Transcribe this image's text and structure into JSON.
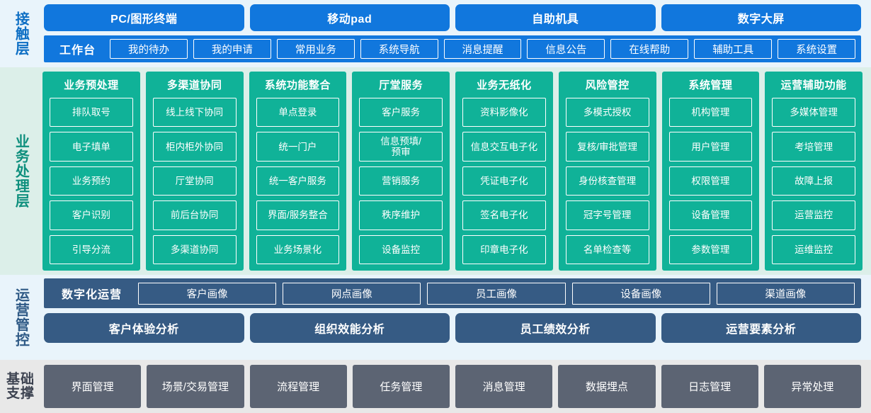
{
  "layers": {
    "contact": {
      "label": "接触层",
      "label_color": "#0e6fc4",
      "accent": "#1177dd",
      "channels": [
        "PC/图形终端",
        "移动pad",
        "自助机具",
        "数字大屏"
      ],
      "workbench_title": "工作台",
      "workbench_items": [
        "我的待办",
        "我的申请",
        "常用业务",
        "系统导航",
        "消息提醒",
        "信息公告",
        "在线帮助",
        "辅助工具",
        "系统设置"
      ]
    },
    "business": {
      "label": "业务处理层",
      "label_color": "#0e8f7d",
      "accent": "#10b298",
      "groups": [
        {
          "title": "业务预处理",
          "items": [
            "排队取号",
            "电子填单",
            "业务预约",
            "客户识别",
            "引导分流"
          ]
        },
        {
          "title": "多渠道协同",
          "items": [
            "线上线下协同",
            "柜内柜外协同",
            "厅堂协同",
            "前后台协同",
            "多渠道协同"
          ]
        },
        {
          "title": "系统功能整合",
          "items": [
            "单点登录",
            "统一门户",
            "统一客户服务",
            "界面/服务整合",
            "业务场景化"
          ]
        },
        {
          "title": "厅堂服务",
          "items": [
            "客户服务",
            "信息预填/\n预审",
            "营销服务",
            "秩序维护",
            "设备监控"
          ]
        },
        {
          "title": "业务无纸化",
          "items": [
            "资料影像化",
            "信息交互电子化",
            "凭证电子化",
            "签名电子化",
            "印章电子化"
          ]
        },
        {
          "title": "风险管控",
          "items": [
            "多模式授权",
            "复核/审批管理",
            "身份核查管理",
            "冠字号管理",
            "名单检查等"
          ]
        },
        {
          "title": "系统管理",
          "items": [
            "机构管理",
            "用户管理",
            "权限管理",
            "设备管理",
            "参数管理"
          ]
        },
        {
          "title": "运营辅助功能",
          "items": [
            "多媒体管理",
            "考培管理",
            "故障上报",
            "运营监控",
            "运维监控"
          ]
        }
      ]
    },
    "ops": {
      "label": "运营管控",
      "label_color": "#2f5a86",
      "accent": "#365b84",
      "portrait_title": "数字化运营",
      "portrait_items": [
        "客户画像",
        "网点画像",
        "员工画像",
        "设备画像",
        "渠道画像"
      ],
      "analysis_items": [
        "客户体验分析",
        "组织效能分析",
        "员工绩效分析",
        "运营要素分析"
      ]
    },
    "base": {
      "label_line1": "基础",
      "label_line2": "支撑",
      "label_color": "#3c4250",
      "accent": "#5c6473",
      "items": [
        "界面管理",
        "场景/交易管理",
        "流程管理",
        "任务管理",
        "消息管理",
        "数据埋点",
        "日志管理",
        "异常处理"
      ]
    }
  }
}
